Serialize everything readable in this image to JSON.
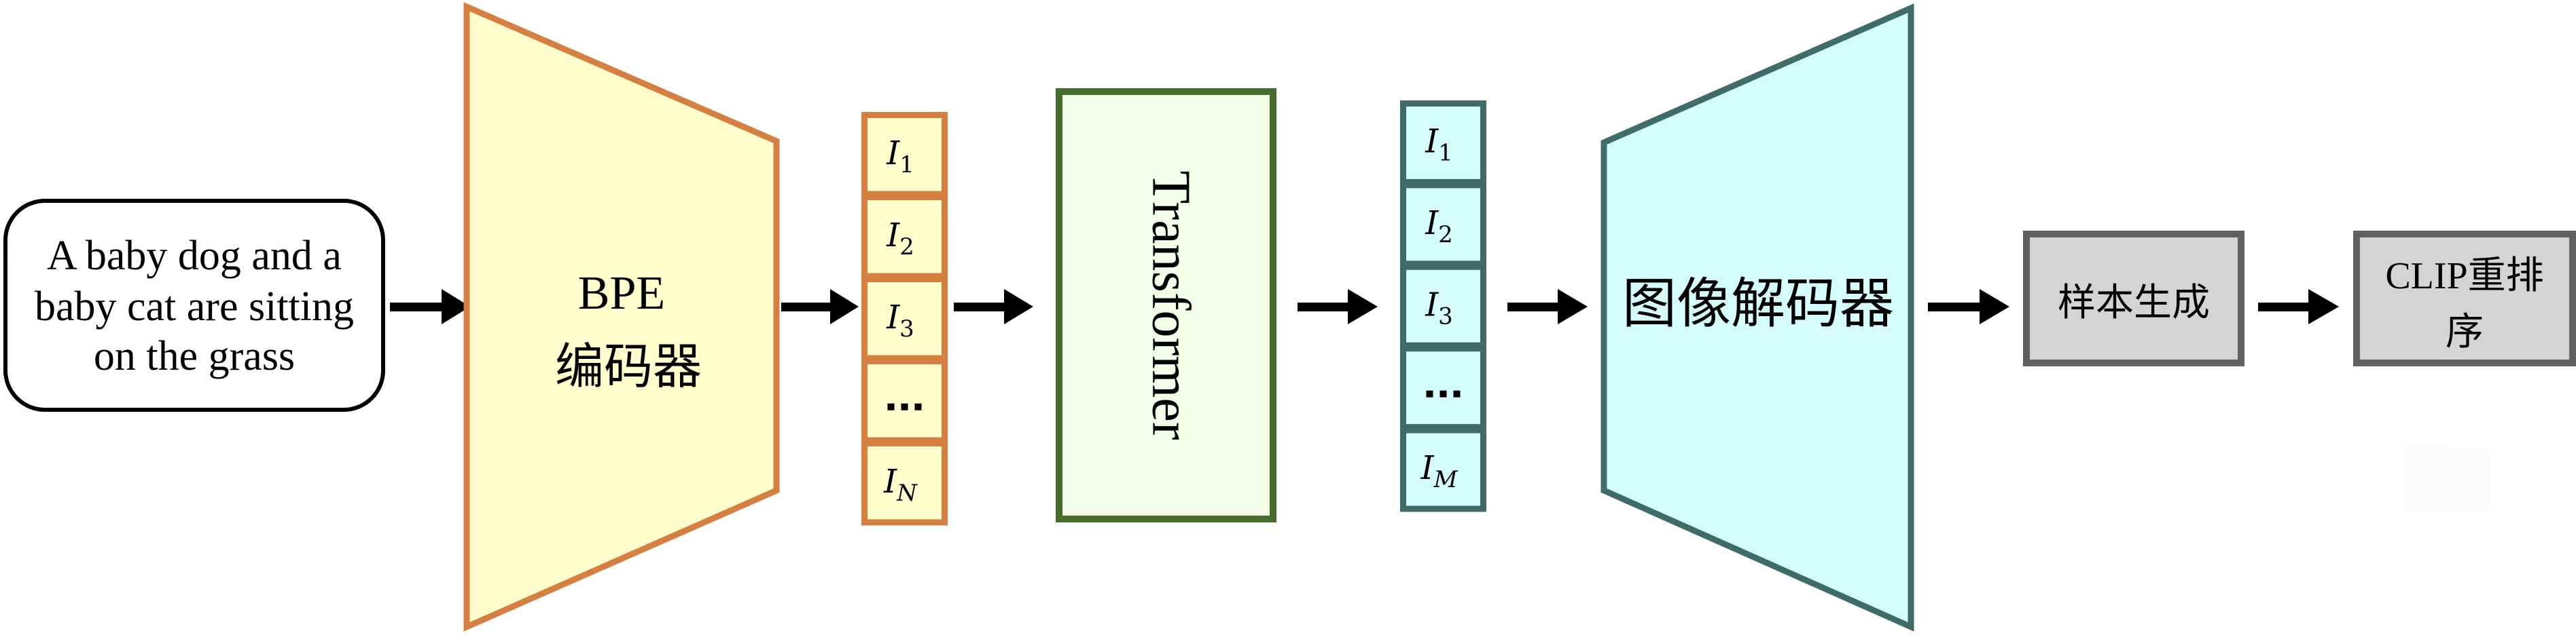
{
  "title": "DALL-E style text-to-image pipeline",
  "colors": {
    "encoder_fill": "#fffdcc",
    "encoder_stroke": "#d57f40",
    "transformer_fill": "#f3fde8",
    "transformer_stroke": "#456e2c",
    "decoder_fill": "#d4fcfb",
    "decoder_stroke": "#3f6b69",
    "process_fill": "#d4d4d4",
    "process_stroke": "#606060",
    "arrow": "#000000"
  },
  "input_text": {
    "lines": [
      "A baby dog and a",
      "baby cat are sitting",
      "on the grass"
    ]
  },
  "encoder": {
    "line1": "BPE",
    "line2": "编码器"
  },
  "text_tokens": {
    "cells": [
      {
        "base": "I",
        "sub": "1",
        "sub_italic": false
      },
      {
        "base": "I",
        "sub": "2",
        "sub_italic": false
      },
      {
        "base": "I",
        "sub": "3",
        "sub_italic": false
      },
      {
        "ellipsis": "···"
      },
      {
        "base": "I",
        "sub": "N",
        "sub_italic": true
      }
    ]
  },
  "transformer": {
    "label": "Transformer"
  },
  "image_tokens": {
    "cells": [
      {
        "base": "I",
        "sub": "1",
        "sub_italic": false
      },
      {
        "base": "I",
        "sub": "2",
        "sub_italic": false
      },
      {
        "base": "I",
        "sub": "3",
        "sub_italic": false
      },
      {
        "ellipsis": "···"
      },
      {
        "base": "I",
        "sub": "M",
        "sub_italic": true
      }
    ]
  },
  "decoder": {
    "label": "图像解码器"
  },
  "sample_generation": {
    "label": "样本生成"
  },
  "clip_rerank": {
    "line1": "CLIP重排",
    "line2": "序"
  }
}
